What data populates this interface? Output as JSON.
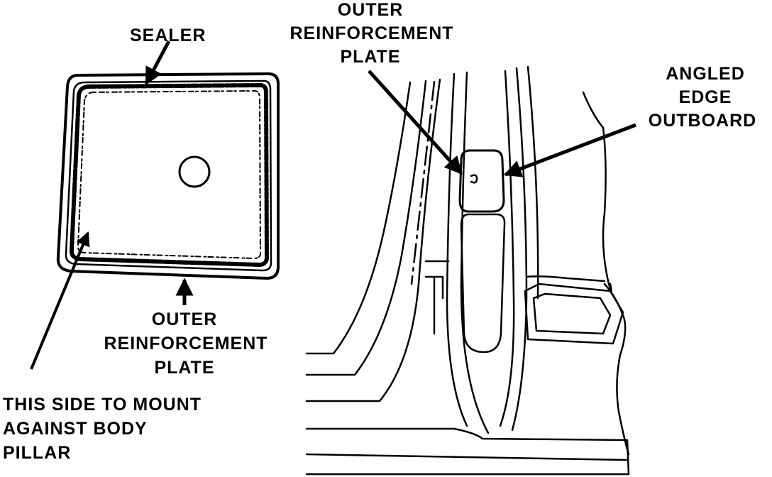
{
  "labels": {
    "sealer": "SEALER",
    "outer_plate_bottom": [
      "OUTER",
      "REINFORCEMENT",
      "PLATE"
    ],
    "mount_side": [
      "THIS SIDE TO MOUNT",
      "AGAINST BODY",
      "PILLAR"
    ],
    "outer_plate_top": [
      "OUTER",
      "REINFORCEMENT",
      "PLATE"
    ],
    "angled_edge": [
      "ANGLED",
      "EDGE",
      "OUTBOARD"
    ]
  },
  "colors": {
    "ink": "#000000",
    "background": "#ffffff"
  }
}
